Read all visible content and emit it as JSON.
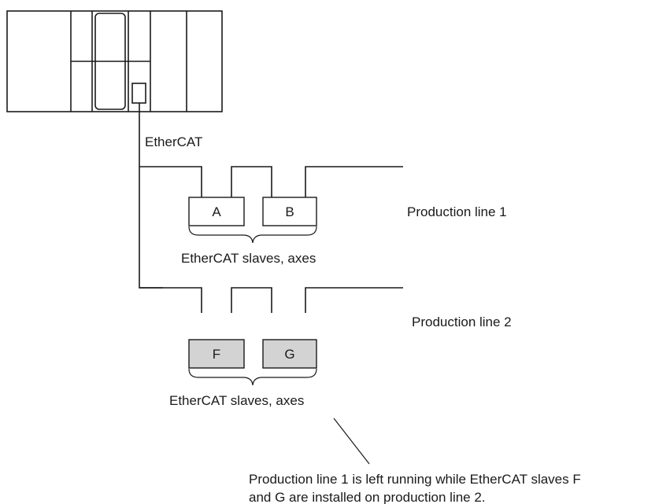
{
  "network": {
    "label": "EtherCAT"
  },
  "line1": {
    "label": "Production line 1",
    "slaves": [
      {
        "id": "A",
        "installed": true
      },
      {
        "id": "B",
        "installed": true
      }
    ],
    "group_label": "EtherCAT slaves, axes"
  },
  "line2": {
    "label": "Production line 2",
    "slaves": [
      {
        "id": "F",
        "installed": false
      },
      {
        "id": "G",
        "installed": false
      }
    ],
    "group_label": "EtherCAT slaves, axes"
  },
  "note": {
    "line1": "Production line 1 is left running while EtherCAT slaves F",
    "line2": "and G are installed on production line 2."
  },
  "colors": {
    "stroke": "#1a1a1a",
    "new_slave_fill": "#d3d3d3",
    "existing_slave_fill": "#ffffff"
  }
}
